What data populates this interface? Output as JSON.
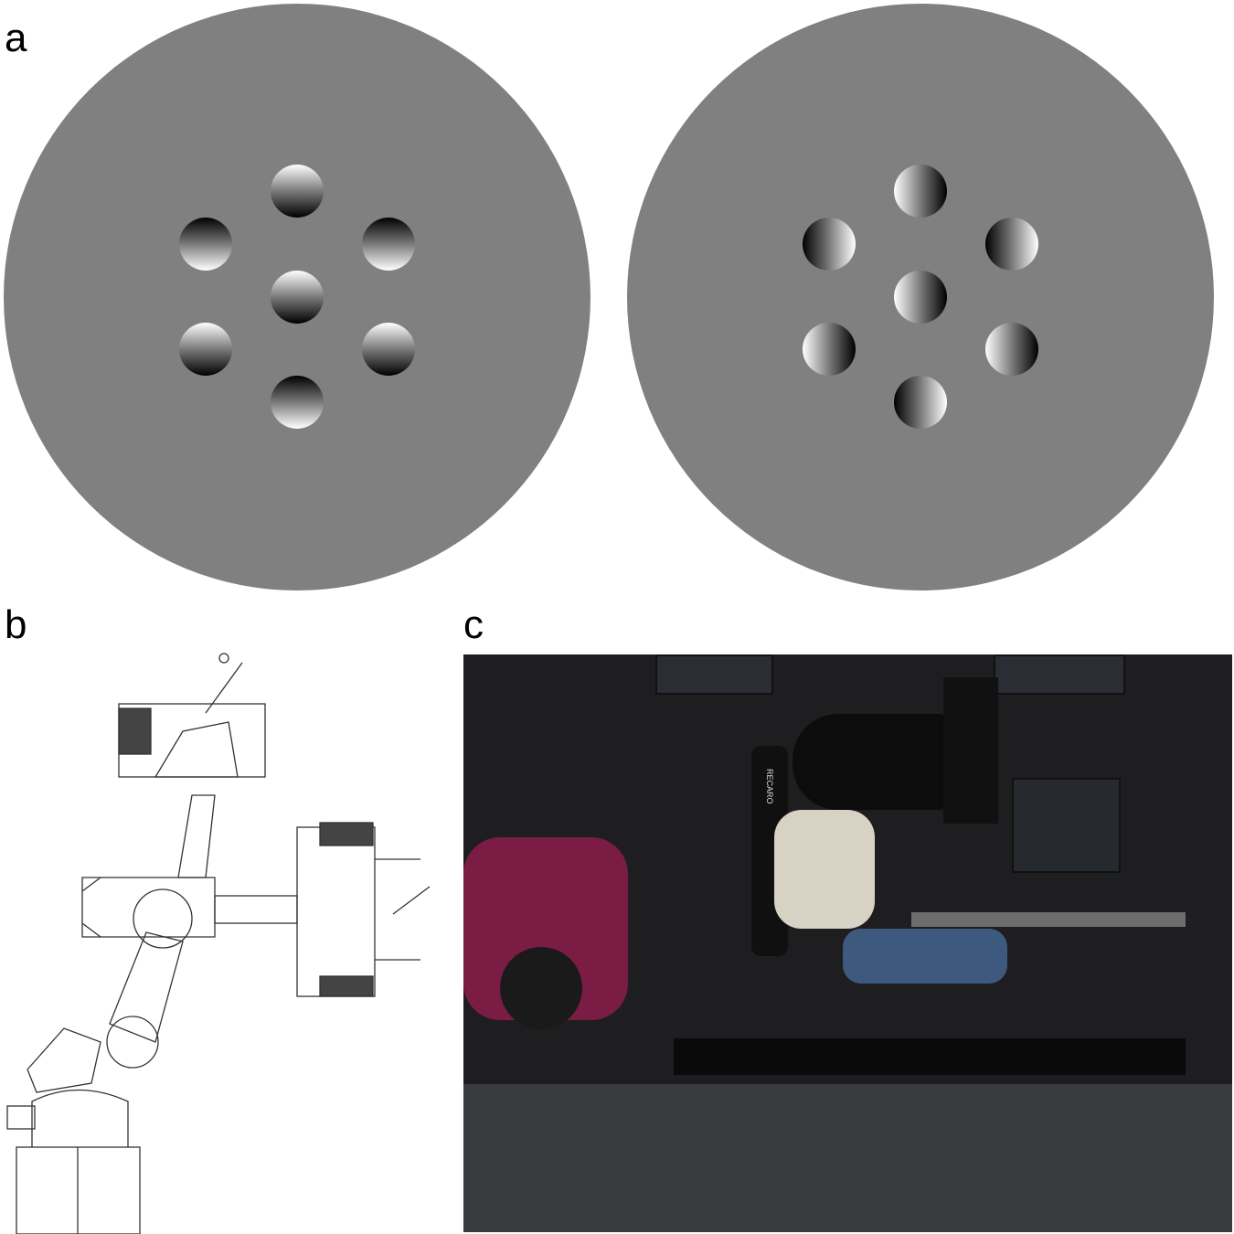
{
  "figure": {
    "panels": [
      {
        "label": "a",
        "description": "Two grey discs each containing seven shaded spheres (shape-from-shading stimuli)"
      },
      {
        "label": "b",
        "description": "Line drawing of robot arm motion simulator with cabin in two positions"
      },
      {
        "label": "c",
        "description": "Photograph of participant seated in simulator cabin wearing head-mounted display"
      }
    ],
    "panel_a": {
      "left_stimulus": {
        "gradient": "vertical",
        "balls": [
          "light-top",
          "light-bottom",
          "light-bottom",
          "light-top",
          "light-top",
          "light-top",
          "light-bottom"
        ]
      },
      "right_stimulus": {
        "gradient": "horizontal",
        "balls": [
          "light-left",
          "light-right",
          "light-right",
          "light-left",
          "light-left",
          "light-left",
          "light-right"
        ]
      }
    },
    "panel_c": {
      "seat_brand": "RECARO"
    },
    "colors": {
      "background_disc": "#808080",
      "photo_bg": "#1e1e20",
      "robot_magenta": "#8a1d4a"
    }
  }
}
